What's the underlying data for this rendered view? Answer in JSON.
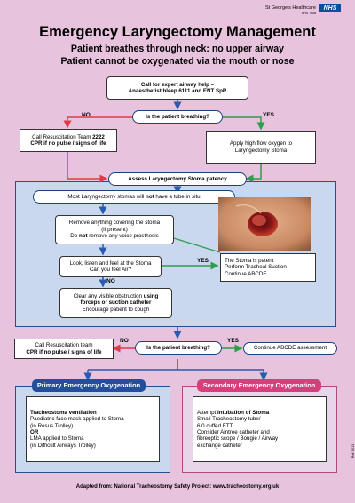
{
  "header": {
    "org": "St George's Healthcare",
    "org_sub": "NHS Trust",
    "nhs": "NHS"
  },
  "title": "Emergency Laryngectomy Management",
  "subtitle_1": "Patient breathes through neck: no upper airway",
  "subtitle_2": "Patient cannot be oxygenated via the mouth or nose",
  "call_help": {
    "line1": "Call for expert airway help –",
    "line2": "Anaesthetist bleep 6111 and ENT SpR"
  },
  "q1": "Is the patient breathing?",
  "no1": "NO",
  "yes1": "YES",
  "resus1": {
    "l1a": "Call Resuscitation Team ",
    "l1b": "2222",
    "l2": "CPR if no pulse / signs of life"
  },
  "oxygen": {
    "l1": "Apply high flow oxygen to",
    "l2": "Laryngectomy Stoma"
  },
  "assess": "Assess Laryngectomy Stoma patency",
  "no_tube": {
    "a": "Most Laryngectomy stomas will ",
    "b": "not",
    "c": " have a tube in situ"
  },
  "remove": {
    "l1": "Remove anything covering the stoma",
    "l2": "(if present)",
    "l3a": "Do ",
    "l3b": "not",
    "l3c": " remove any voice prosthesis"
  },
  "look": {
    "l1": "Look, listen and feel at the Stoma",
    "l2": "Can you feel Air?"
  },
  "yes2": "YES",
  "no2": "NO",
  "patent": {
    "l1": "The Stoma is patent",
    "l2": "Perform Tracheal Suction",
    "l3": "Continue ABCDE"
  },
  "clear": {
    "l1a": "Clear any visible obstruction ",
    "l1b": "using",
    "l2": "forceps or suction catheter",
    "l3": "Encourage patient to cough"
  },
  "resus2": {
    "l1": "Call Resuscitation team",
    "l2": "CPR if no pulse / signs of life"
  },
  "no3": "NO",
  "q2": "Is the patient breathing?",
  "yes3": "YES",
  "continue_abcde": "Continue ABCDE assessment",
  "primary": {
    "tab": "Primary Emergency Oxygenation",
    "l1": "Tracheostoma ventilation",
    "l2": "Paediatric face mask applied to Stoma",
    "l3": "(in Resus Trolley)",
    "l4": "OR",
    "l5": "LMA applied to Stoma",
    "l6": "(in Difficult Airways Trolley)"
  },
  "secondary": {
    "tab": "Secondary Emergency Oxygenation",
    "l1a": "Attempt ",
    "l1b": "intubation of Stoma",
    "l2": "Small Tracheostomy tube/",
    "l3": "6.0  cuffed ETT",
    "l4": "Consider Aintree catheter and",
    "l5": "fibreoptic scope / Bougie / Airway",
    "l6": "exchange catheter"
  },
  "footer": "Adapted from: National Tracheostomy Safety Project: www.tracheostomy.org.uk",
  "ref": "Ref: 2013",
  "colors": {
    "blue": "#2a5bb0",
    "red": "#e23a4a",
    "green": "#2e9e4a",
    "pink": "#e8c3dd",
    "panel": "#c9d8ee",
    "secondary_panel": "#e7d5ea",
    "primary_tab": "#234e9a",
    "secondary_tab": "#d6407a"
  }
}
